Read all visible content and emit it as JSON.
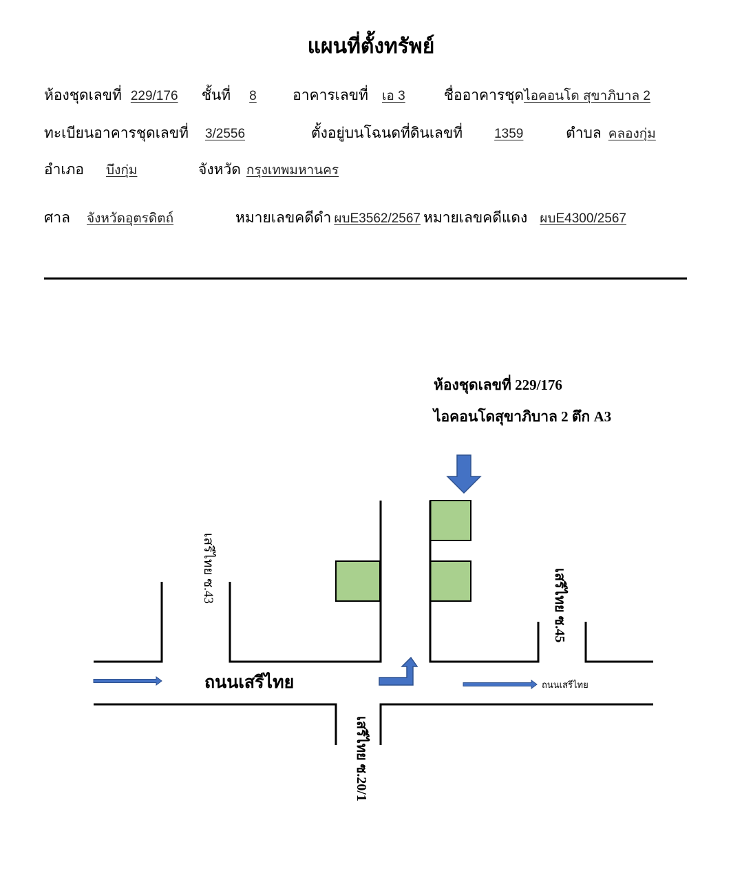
{
  "title": "แผนที่ตั้งทรัพย์",
  "form": {
    "unit_no_label": "ห้องชุดเลขที่",
    "unit_no": "229/176",
    "floor_label": "ชั้นที่",
    "floor": "8",
    "building_no_label": "อาคารเลขที่",
    "building_no": "เอ 3",
    "condo_name_label": "ชื่ออาคารชุด",
    "condo_name": "ไอคอนโด สุขาภิบาล 2",
    "registration_label": "ทะเบียนอาคารชุดเลขที่",
    "registration_no": "3/2556",
    "deed_label": "ตั้งอยู่บนโฉนดที่ดินเลขที่",
    "deed_no": "1359",
    "subdistrict_label": "ตำบล",
    "subdistrict": "คลองกุ่ม",
    "district_label": "อำเภอ",
    "district": "บึงกุ่ม",
    "province_label": "จังหวัด",
    "province": "กรุงเทพมหานคร",
    "court_label": "ศาล",
    "court": "จังหวัดอุตรดิตถ์",
    "black_case_label": "หมายเลขคดีดำ",
    "black_case_no": "ผบE3562/2567",
    "red_case_label": "หมายเลขคดีแดง",
    "red_case_no": "ผบE4300/2567"
  },
  "map": {
    "target_line1": "ห้องชุดเลขที่ 229/176",
    "target_line2": "ไอคอนโดสุขาภิบาล 2 ตึก A3",
    "main_road": "ถนนเสรีไทย",
    "main_road_small": "ถนนเสรีไทย",
    "soi_43": "เสรีไทย ซ.43",
    "soi_45": "เสรีไทย ซ.45",
    "soi_20_1": "เสรีไทย ซ.20/1",
    "colors": {
      "building_fill": "#a9d08e",
      "arrow_fill": "#4472c4",
      "arrow_stroke": "#2f528f",
      "road_line": "#000000"
    }
  }
}
